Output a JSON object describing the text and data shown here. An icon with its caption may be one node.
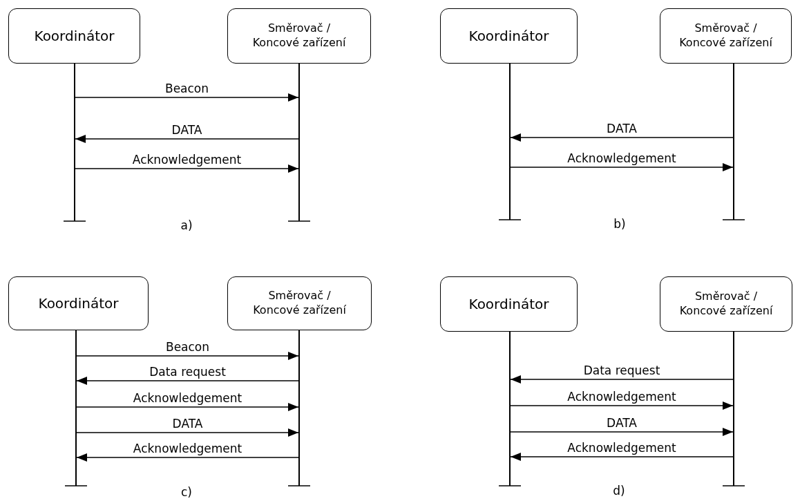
{
  "diagram": {
    "nodes": [
      {
        "text": [
          "Koordinátor"
        ]
      },
      {
        "text": [
          "Směrovač / Koncové zařízení"
        ]
      },
      {
        "text": [],
        "shape": "line"
      },
      {
        "text": [],
        "shape": "line"
      },
      {
        "text": [
          "Koordinátor"
        ]
      },
      {
        "text": [
          "Směrovač / Koncové zařízení"
        ]
      },
      {
        "text": [],
        "shape": "line"
      },
      {
        "text": [],
        "shape": "line"
      },
      {
        "text": [
          "Koordinátor"
        ]
      },
      {
        "text": [
          "Směrovač / Koncové zařízení"
        ]
      },
      {
        "text": [],
        "shape": "line"
      },
      {
        "text": [],
        "shape": "line"
      },
      {
        "text": [
          "Koordinátor"
        ]
      },
      {
        "text": [
          "Směrovač / Koncové zařízení"
        ]
      },
      {
        "text": [],
        "shape": "line"
      },
      {
        "text": [],
        "shape": "line"
      }
    ],
    "edges": [
      {
        "from": 2,
        "to": 3,
        "arrow": "to",
        "label": "Beacon"
      },
      {
        "from": 3,
        "to": 2,
        "arrow": "to",
        "label": "DATA"
      },
      {
        "from": 2,
        "to": 3,
        "arrow": "to",
        "label": "Acknowledgement"
      },
      {
        "from": 7,
        "to": 6,
        "arrow": "to",
        "label": "DATA"
      },
      {
        "from": 6,
        "to": 7,
        "arrow": "to",
        "label": "Acknowledgement"
      },
      {
        "from": 10,
        "to": 11,
        "arrow": "to",
        "label": "Beacon"
      },
      {
        "from": 11,
        "to": 10,
        "arrow": "to",
        "label": "Data request"
      },
      {
        "from": 10,
        "to": 11,
        "arrow": "to",
        "label": "Acknowledgement"
      },
      {
        "from": 10,
        "to": 11,
        "arrow": "to",
        "label": "DATA"
      },
      {
        "from": 11,
        "to": 10,
        "arrow": "to",
        "label": "Acknowledgement"
      },
      {
        "from": 15,
        "to": 14,
        "arrow": "to",
        "label": "Data request"
      },
      {
        "from": 14,
        "to": 15,
        "arrow": "to",
        "label": "Acknowledgement"
      },
      {
        "from": 14,
        "to": 15,
        "arrow": "to",
        "label": "DATA"
      },
      {
        "from": 15,
        "to": 14,
        "arrow": "to",
        "label": "Acknowledgement"
      }
    ],
    "labels": [
      "a)",
      "b)",
      "c)",
      "d)"
    ]
  }
}
